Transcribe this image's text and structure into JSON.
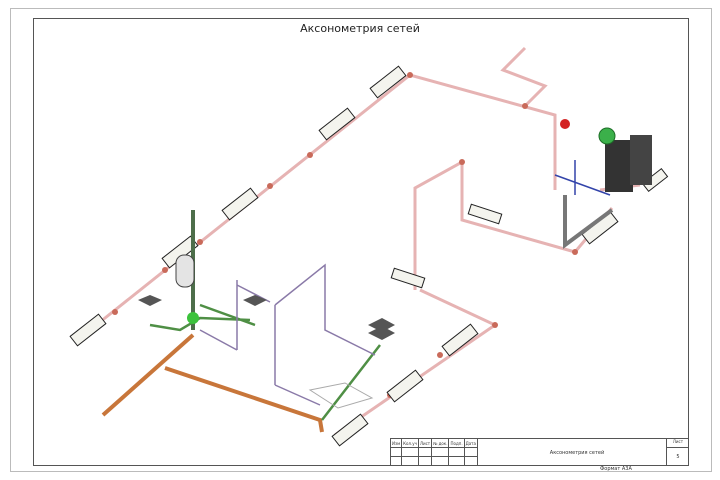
{
  "drawing": {
    "title": "Аксонометрия сетей"
  },
  "title_block": {
    "columns": [
      "Изм",
      "Кол.уч",
      "Лист",
      "№ док.",
      "Подп.",
      "Дата"
    ],
    "name": "Аксонометрия сетей",
    "sheet_label": "Лист",
    "sheet_number": "5",
    "format": "Формат А3А"
  },
  "colors": {
    "heating_pipe": "#e6b3b3",
    "sewer_pipe": "#c8763a",
    "water_pipe": "#4f8f45",
    "cold_pipe": "#8a7aa8",
    "boiler": "#333333"
  }
}
